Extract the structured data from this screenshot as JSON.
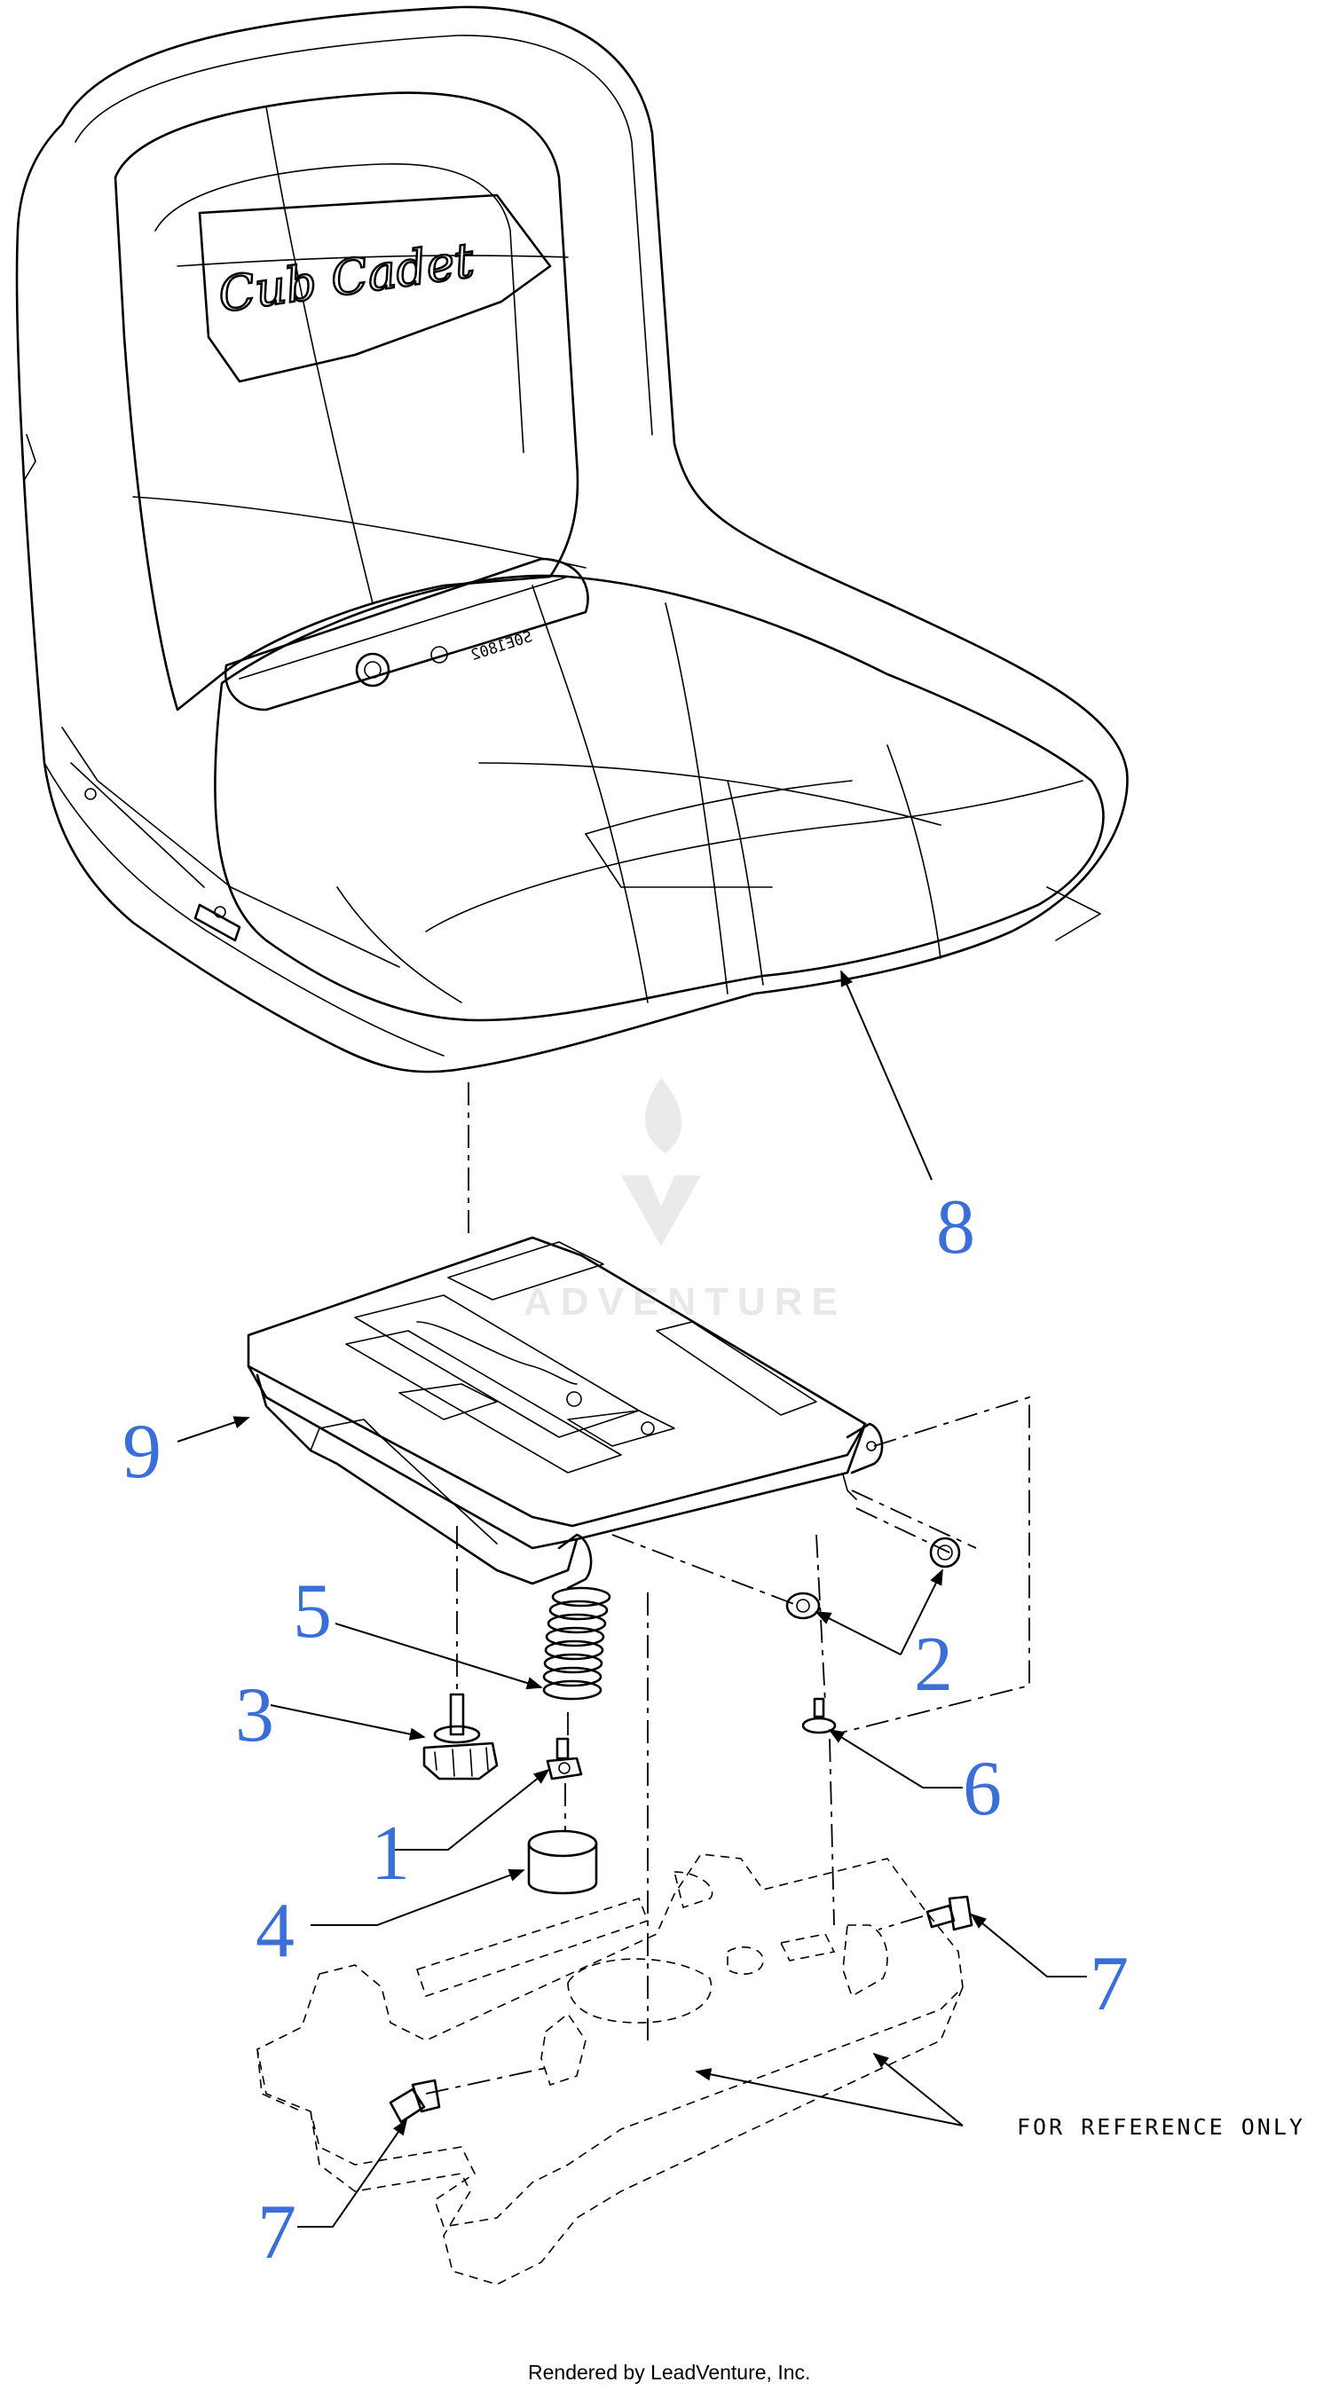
{
  "diagram": {
    "brand_logo": "Cub Cadet",
    "seat_code": "S0E1802",
    "watermark": "ADVENTURE",
    "reference_note": "FOR REFERENCE ONLY",
    "footer": "Rendered by LeadVenture, Inc.",
    "callouts": [
      "8",
      "9",
      "5",
      "2",
      "3",
      "6",
      "1",
      "4",
      "7",
      "7"
    ],
    "colors": {
      "callout": "#3a6ed8",
      "line": "#000000",
      "watermark": "#e6e6e6"
    }
  }
}
